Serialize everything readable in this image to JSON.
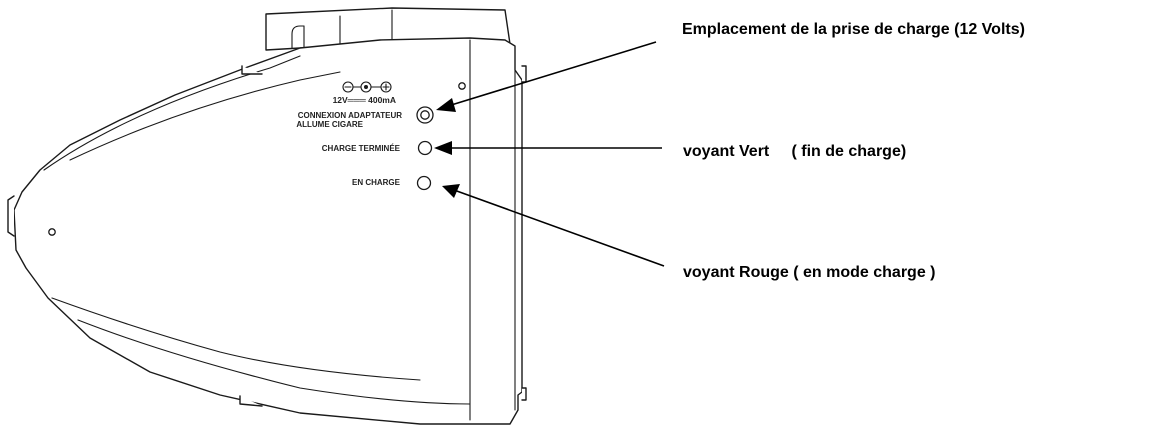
{
  "device": {
    "polarity_label": "12V═══ 400mA",
    "socket_label_line1": "CONNEXION ADAPTATEUR",
    "socket_label_line2": "ALLUME CIGARE",
    "green_led_label": "CHARGE TERMINÉE",
    "red_led_label": "EN CHARGE"
  },
  "callouts": {
    "socket": "Emplacement de la prise de charge (12 Volts)",
    "green_led": "voyant Vert     ( fin de charge)",
    "red_led": "voyant Rouge ( en mode charge )"
  }
}
